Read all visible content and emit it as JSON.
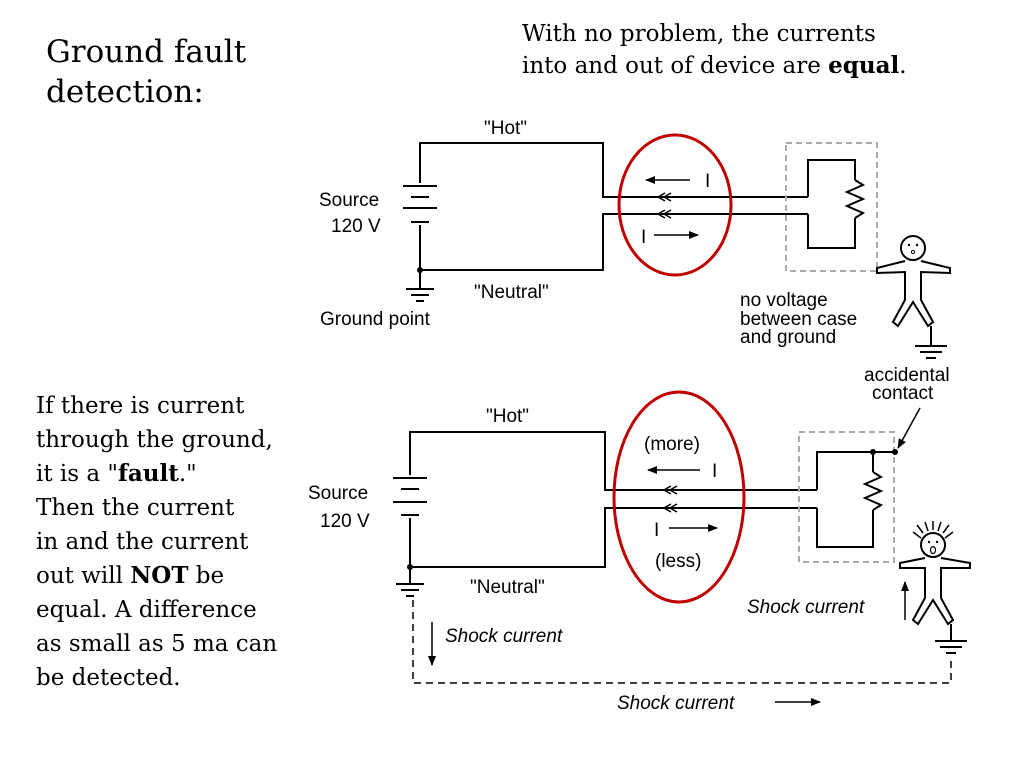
{
  "slide": {
    "title_line1": "Ground fault",
    "title_line2": "detection:",
    "top_caption": {
      "line1": "With no problem, the currents",
      "line2_before": "into and out of device are ",
      "line2_bold": "equal",
      "line2_after": "."
    },
    "side_text": {
      "line1": "If there is current",
      "line2": "through the ground,",
      "line3_before": "it is a \"",
      "line3_bold": "fault",
      "line3_after": ".\"",
      "line4": "Then the current",
      "line5": "in and the current",
      "line6_before": "out will ",
      "line6_bold": "NOT",
      "line6_after": " be",
      "line7": "equal.  A difference",
      "line8": "as small as 5 ma can",
      "line9": "be detected."
    }
  },
  "diagram_top": {
    "hot_label": "\"Hot\"",
    "neutral_label": "\"Neutral\"",
    "source_label": "Source",
    "voltage_label": "120 V",
    "ground_label": "Ground point",
    "current_label_left": "I",
    "current_label_right": "I",
    "note_line1": "no voltage",
    "note_line2": "between case",
    "note_line3": "and ground"
  },
  "diagram_bottom": {
    "hot_label": "\"Hot\"",
    "neutral_label": "\"Neutral\"",
    "source_label": "Source",
    "voltage_label": "120 V",
    "more_label": "(more)",
    "less_label": "(less)",
    "current_label_top": "I",
    "current_label_bottom": "I",
    "contact_line1": "accidental",
    "contact_line2": "contact",
    "shock_left": "Shock current",
    "shock_right": "Shock current",
    "shock_bottom": "Shock current"
  },
  "colors": {
    "highlight_ellipse": "#c00000",
    "wire": "#000000",
    "case_outline": "#aaaaaa"
  }
}
